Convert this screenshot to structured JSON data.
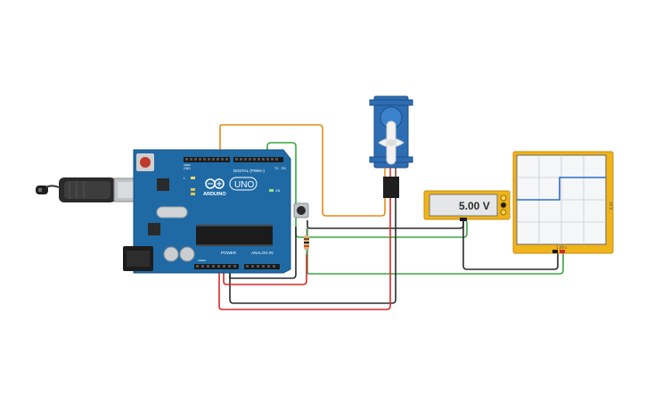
{
  "board": {
    "brand": "ARDUINO",
    "model": "UNO",
    "digital_label": "DIGITAL (PWM~)",
    "power_label": "POWER",
    "analog_label": "ANALOG IN",
    "tx_label": "TX",
    "rx_label": "RX",
    "l_label": "L",
    "on_label": "ON",
    "ioref_label": "IOREF",
    "aref_label": "AREF",
    "gnd_label": "GND"
  },
  "multimeter": {
    "reading": "5.00 V"
  },
  "oscilloscope": {
    "time_label": "1.00 s",
    "volt_label": "10 V"
  },
  "colors": {
    "board": "#1f6aa5",
    "wire_orange": "#e38b13",
    "wire_green": "#3aa640",
    "wire_red": "#d32a2a",
    "wire_black": "#2a2a2a",
    "instrument_frame": "#f0b31a",
    "servo_blue": "#2d6db4"
  }
}
